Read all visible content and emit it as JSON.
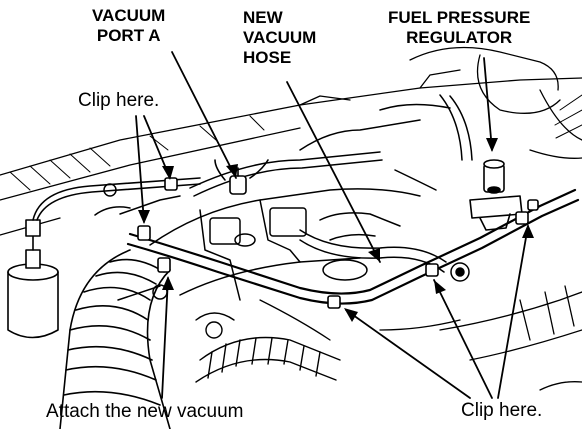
{
  "labels": {
    "vacuum_port_a": [
      "VACUUM",
      "PORT A"
    ],
    "new_vacuum_hose": [
      "NEW",
      "VACUUM",
      "HOSE"
    ],
    "fuel_pressure_regulator": [
      "FUEL PRESSURE",
      "REGULATOR"
    ],
    "clip_top_left": "Clip here.",
    "clip_bottom_right": "Clip here.",
    "attach_caption": "Attach the new vacuum"
  },
  "colors": {
    "ink": "#000000",
    "paper": "#ffffff"
  }
}
